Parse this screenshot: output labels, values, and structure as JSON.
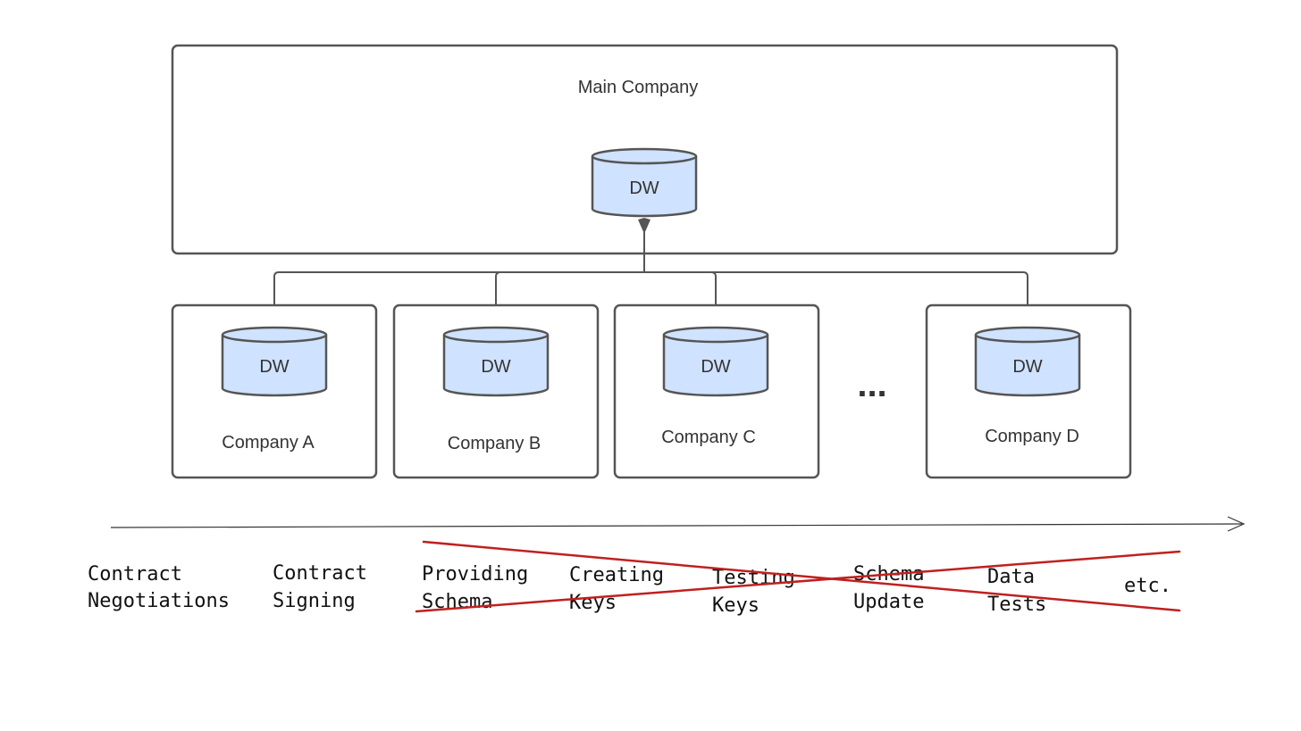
{
  "main_company": {
    "label": "Main Company",
    "db_label": "DW"
  },
  "companies": [
    {
      "label": "Company A",
      "db_label": "DW"
    },
    {
      "label": "Company B",
      "db_label": "DW"
    },
    {
      "label": "Company C",
      "db_label": "DW"
    },
    {
      "label": "Company D",
      "db_label": "DW"
    }
  ],
  "ellipsis": "...",
  "timeline_steps": [
    {
      "line1": "Contract",
      "line2": "Negotiations"
    },
    {
      "line1": "Contract",
      "line2": "Signing"
    },
    {
      "line1": "Providing",
      "line2": "Schema"
    },
    {
      "line1": "Creating",
      "line2": "Keys"
    },
    {
      "line1": "Testing",
      "line2": "Keys"
    },
    {
      "line1": "Schema",
      "line2": "Update"
    },
    {
      "line1": "Data",
      "line2": "Tests"
    },
    {
      "line1": "etc.",
      "line2": ""
    }
  ],
  "colors": {
    "box_stroke": "#555555",
    "db_fill": "#cfe2ff",
    "cross_out": "#c0201f",
    "timeline": "#333333"
  }
}
